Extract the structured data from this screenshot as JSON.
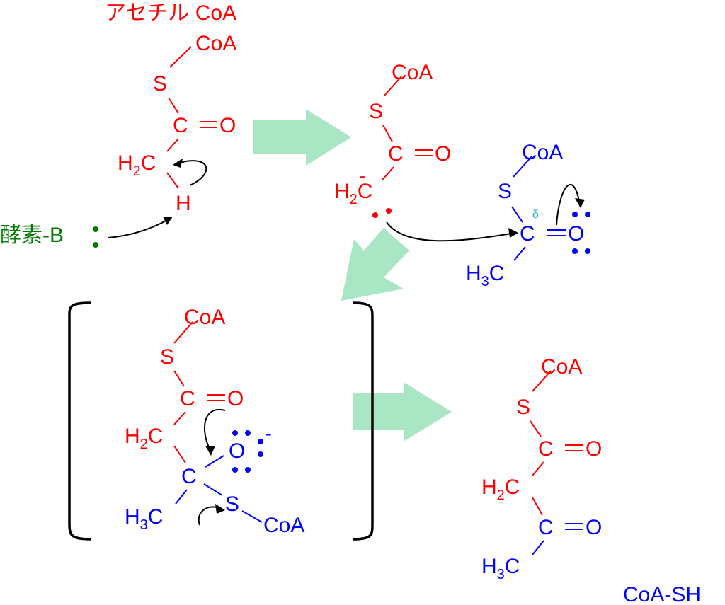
{
  "colors": {
    "red": "#ff0000",
    "blue": "#0000ff",
    "green": "#007a00",
    "cyan": "#1aa7c7",
    "arrow": "#a8e6c4",
    "black": "#000000"
  },
  "labels": {
    "acetyl_coa": "アセチル CoA",
    "coa": "CoA",
    "s": "S",
    "c": "C",
    "o": "O",
    "h": "H",
    "h_prefix": "H",
    "c_suffix": "C",
    "sub2": "2",
    "sub3": "3",
    "minus": "-",
    "delta_plus": "δ+",
    "enzyme_base": "酵素-B",
    "coa_sh": "CoA-SH"
  }
}
